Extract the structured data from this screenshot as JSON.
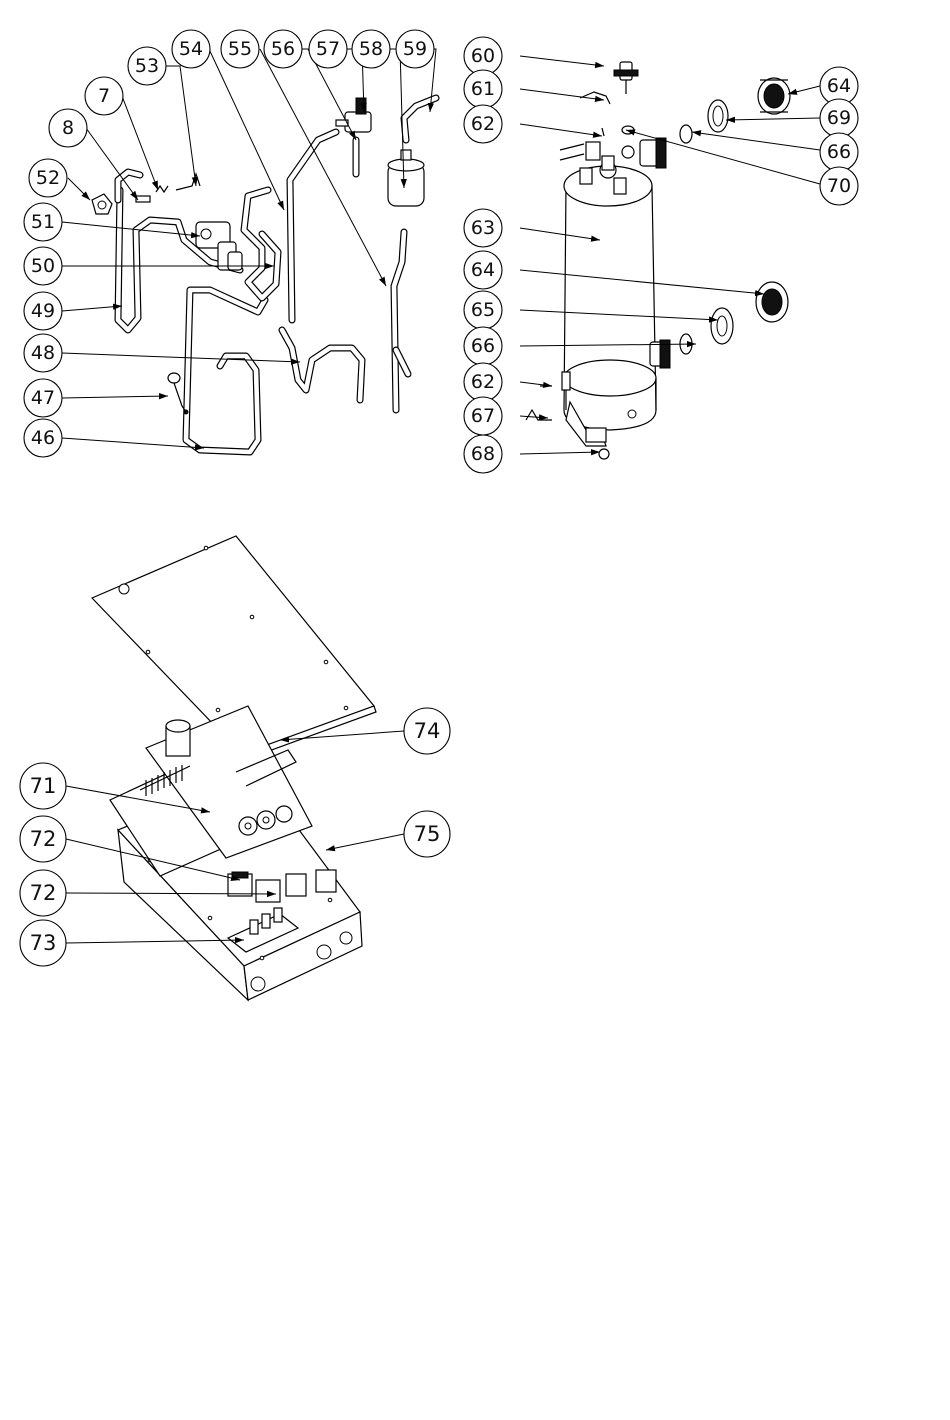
{
  "callouts": {
    "c53": "53",
    "c54": "54",
    "c55": "55",
    "c56": "56",
    "c57": "57",
    "c58": "58",
    "c59": "59",
    "c7": "7",
    "c8": "8",
    "c52": "52",
    "c51": "51",
    "c50": "50",
    "c49": "49",
    "c48": "48",
    "c47": "47",
    "c46": "46",
    "c60": "60",
    "c61": "61",
    "c62a": "62",
    "c63": "63",
    "c64a": "64",
    "c65": "65",
    "c66a": "66",
    "c62b": "62",
    "c67": "67",
    "c68": "68",
    "c64b": "64",
    "c69": "69",
    "c66b": "66",
    "c70": "70",
    "c74": "74",
    "c75": "75",
    "c71": "71",
    "c72a": "72",
    "c72b": "72",
    "c73": "73"
  }
}
